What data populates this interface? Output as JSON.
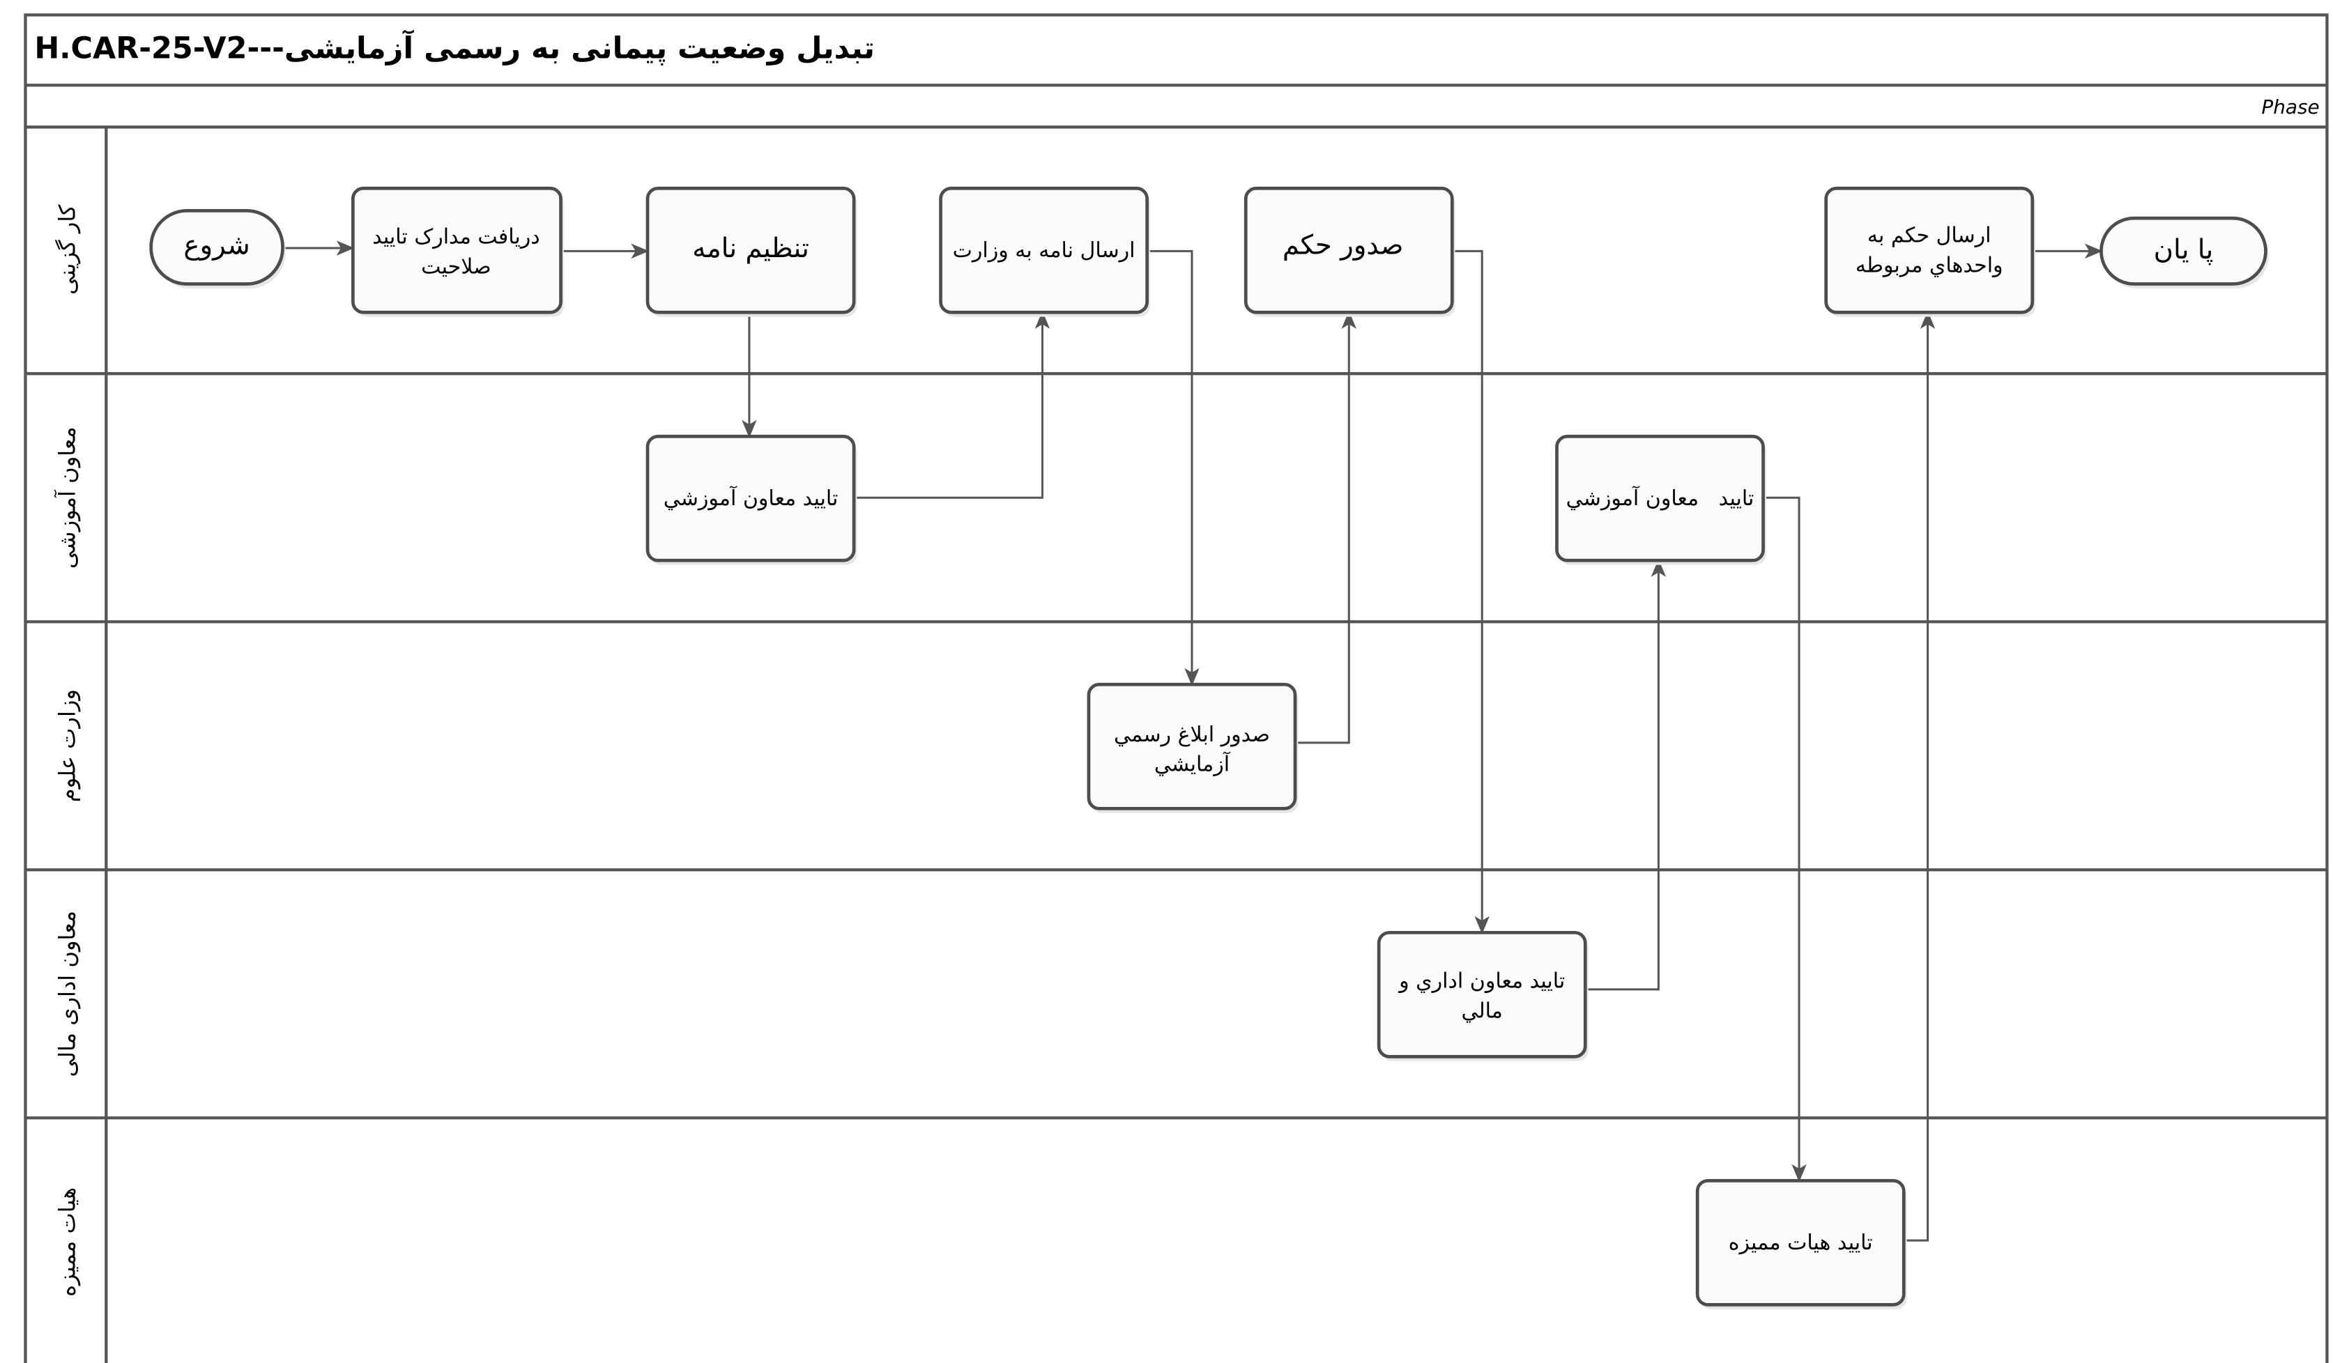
{
  "title": "تبدیل وضعیت پیمانی به رسمی آزمایشی---H.CAR-25-V2",
  "phase_label": "Phase",
  "lanes": [
    {
      "label": "کار گزینی"
    },
    {
      "label": "معاون آموزشی"
    },
    {
      "label": "وزارت علوم"
    },
    {
      "label": "معاون اداری مالی"
    },
    {
      "label": "هیات ممیزه"
    }
  ],
  "nodes": {
    "start": "شروع",
    "receive_docs": [
      "دریافت مدارک تایید",
      "صلاحیت"
    ],
    "draft_letter": "تنظیم نامه",
    "send_letter": "ارسال نامه به وزارت",
    "issue_decree": "صدور حکم",
    "send_decree": [
      "ارسال حکم به",
      "واحدهاي مربوطه"
    ],
    "end": "پا یان",
    "edu_deputy_approval_1": "تایید معاون آموزشي",
    "edu_deputy_approval_2": "تایید   معاون آموزشي",
    "ministry_issue": [
      "صدور ابلاغ رسمي",
      "آزمايشي"
    ],
    "admin_deputy_approval": [
      "تایید معاون اداري و",
      "مالي"
    ],
    "board_approval": "تایید هیات ممیزه"
  }
}
